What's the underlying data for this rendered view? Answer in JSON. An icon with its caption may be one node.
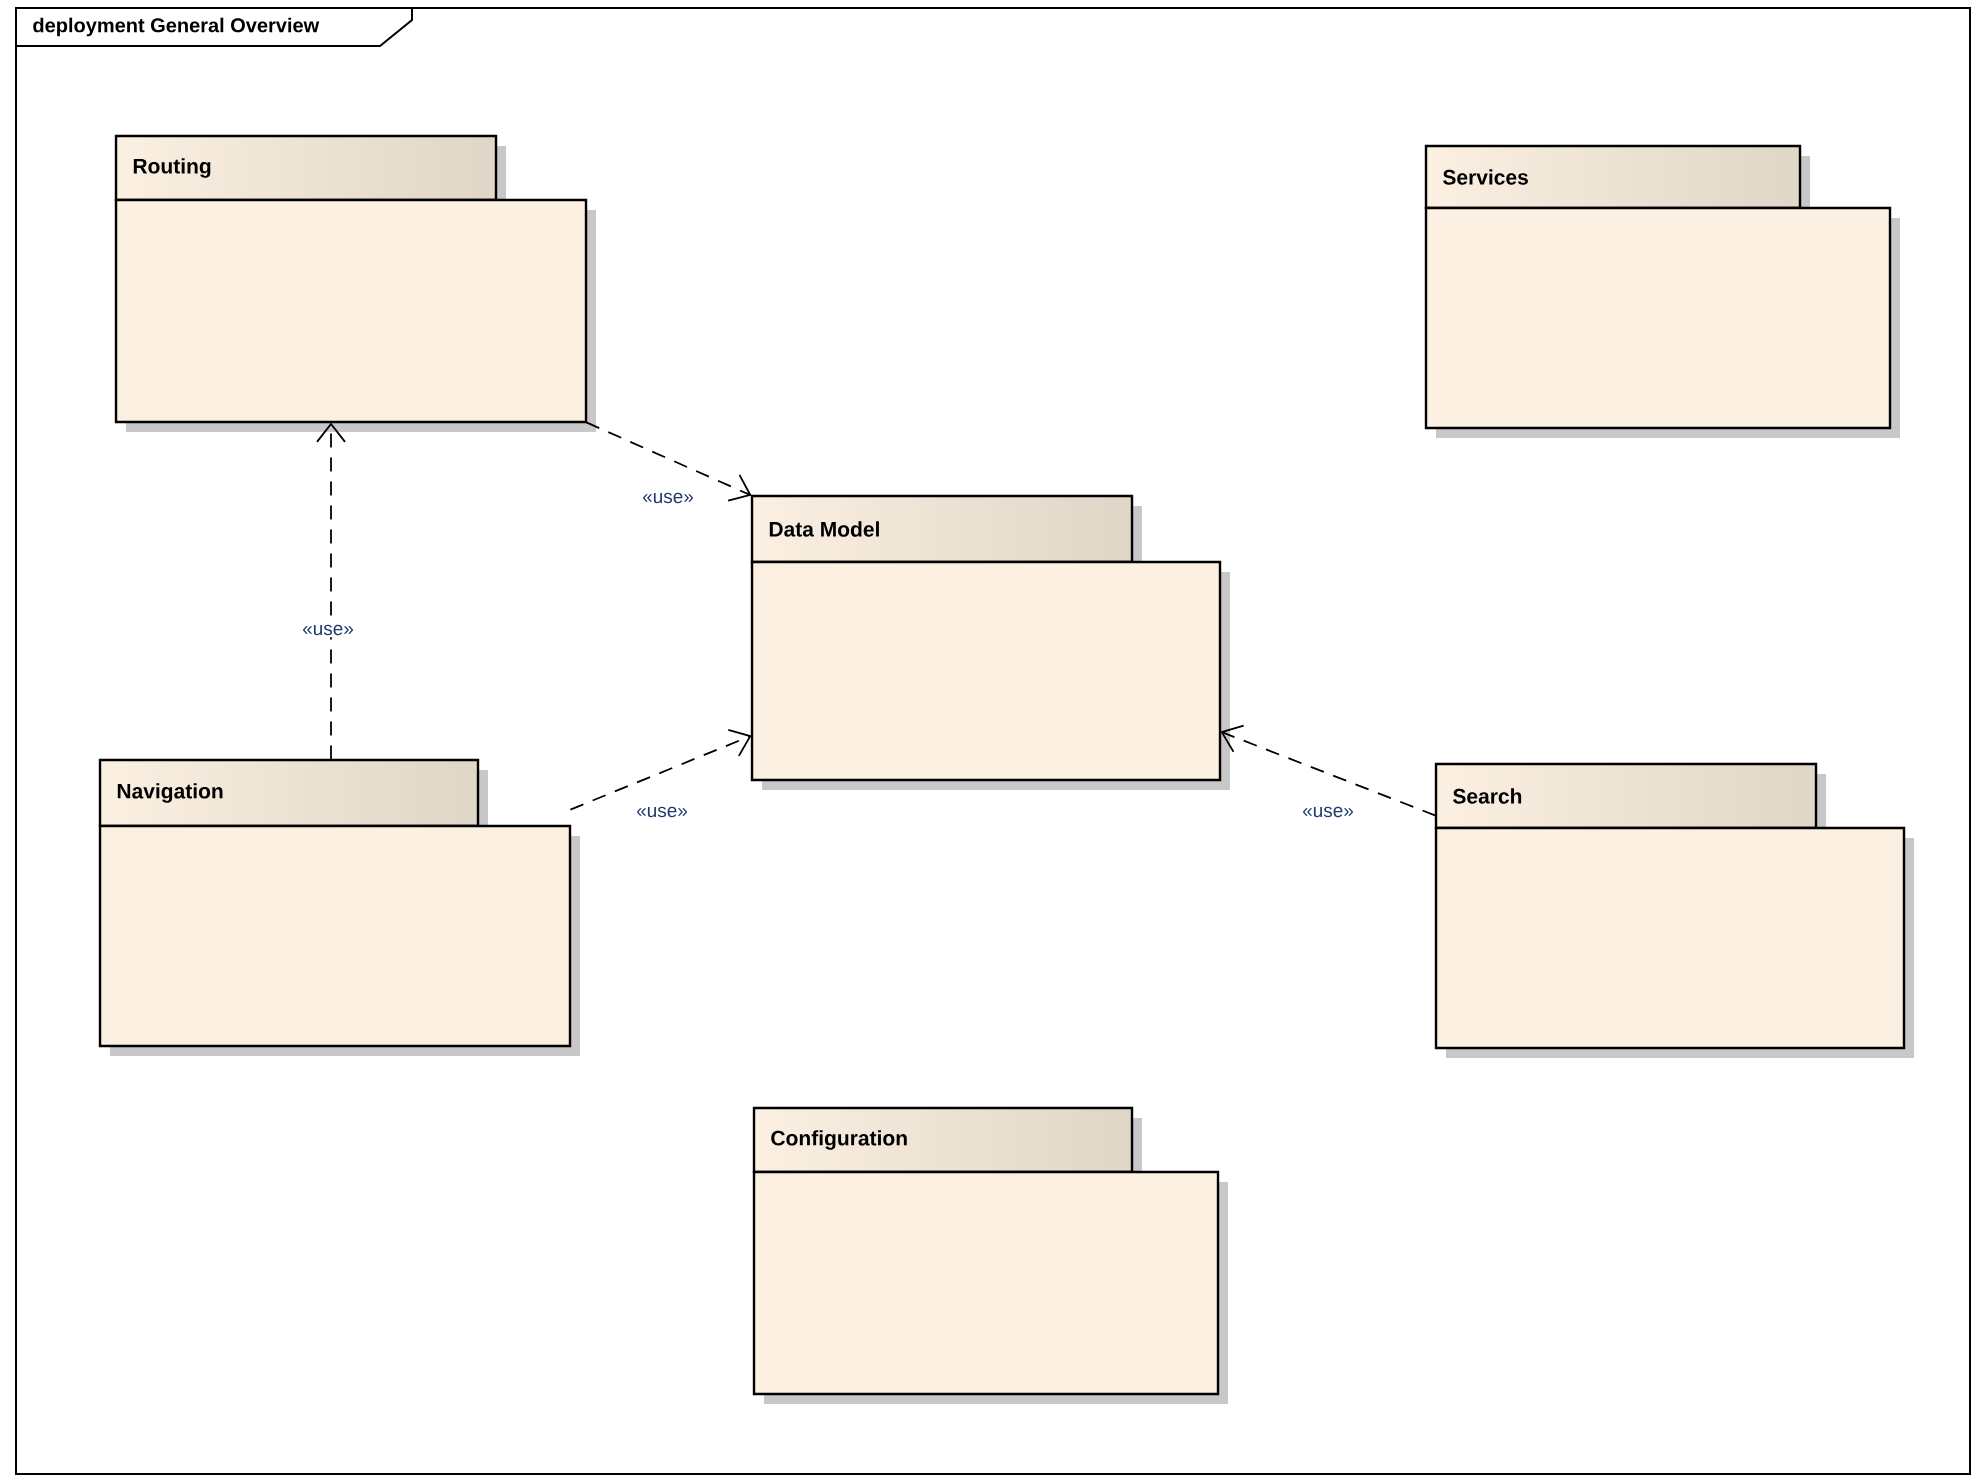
{
  "diagram": {
    "nodes": [
      {
        "text": [
          "deployment General Overview"
        ]
      },
      {
        "text": [
          "Routing"
        ],
        "in": 0
      },
      {
        "text": [
          "Services"
        ],
        "in": 0
      },
      {
        "text": [
          "Data Model"
        ],
        "in": 0
      },
      {
        "text": [
          "Navigation"
        ],
        "in": 0
      },
      {
        "text": [
          "Search"
        ],
        "in": 0
      },
      {
        "text": [
          "Configuration"
        ],
        "in": 0
      }
    ],
    "edges": [
      {
        "from": 1,
        "to": 3,
        "arrow": "to",
        "label": "«use»",
        "style": "dashed"
      },
      {
        "from": 4,
        "to": 1,
        "arrow": "to",
        "label": "«use»",
        "style": "dashed"
      },
      {
        "from": 4,
        "to": 3,
        "arrow": "to",
        "label": "«use»",
        "style": "dashed"
      },
      {
        "from": 5,
        "to": 3,
        "arrow": "to",
        "label": "«use»",
        "style": "dashed"
      }
    ]
  }
}
